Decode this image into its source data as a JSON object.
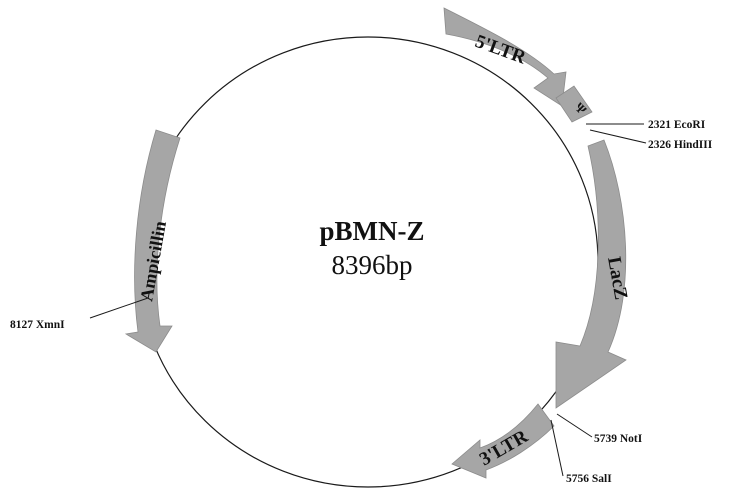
{
  "plasmid": {
    "name": "pBMN-Z",
    "size": "8396bp"
  },
  "features": {
    "ltr5": {
      "label": "5'LTR"
    },
    "psi": {
      "label": "Ψ"
    },
    "lacz": {
      "label": "LacZ"
    },
    "ltr3": {
      "label": "3'LTR"
    },
    "ampicillin": {
      "label": "Ampicillin"
    }
  },
  "sites": {
    "ecori": {
      "label": "2321 EcoRI"
    },
    "hindiii": {
      "label": "2326 HindIII"
    },
    "noti": {
      "label": "5739 NotI"
    },
    "sali": {
      "label": "5756 SalI"
    },
    "xmni": {
      "label": "8127 XmnI"
    }
  },
  "colors": {
    "feature_fill": "#a6a6a6",
    "backbone": "#1a1a1a"
  }
}
